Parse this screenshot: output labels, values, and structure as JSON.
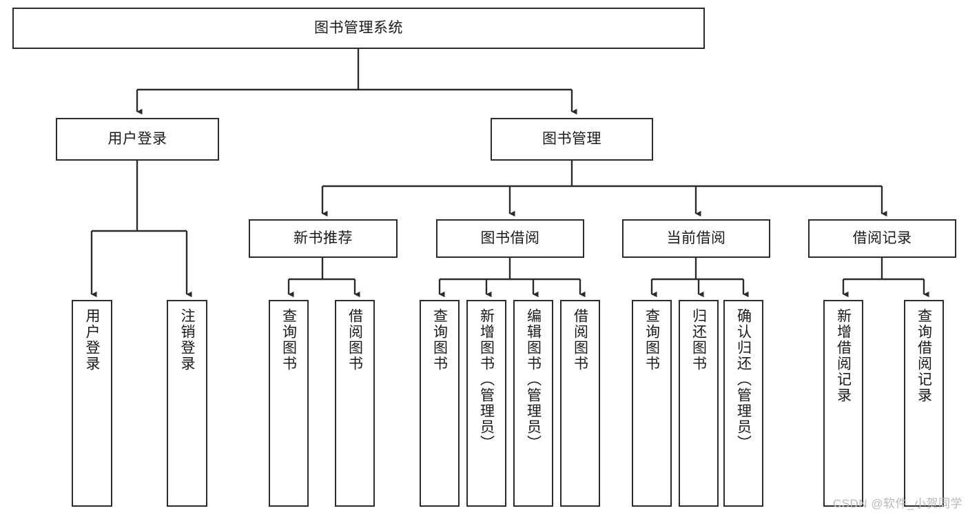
{
  "diagram": {
    "title": "图书管理系统",
    "watermark": "CSDN @软件_小贺同学",
    "line_color": "#2b2b2b",
    "box_fill": "#ffffff",
    "text_color": "#1a1a1a",
    "root": {
      "label": "图书管理系统"
    },
    "level2": [
      {
        "label": "用户登录"
      },
      {
        "label": "图书管理"
      }
    ],
    "level3": [
      {
        "label": "新书推荐"
      },
      {
        "label": "图书借阅"
      },
      {
        "label": "当前借阅"
      },
      {
        "label": "借阅记录"
      }
    ],
    "leaves": {
      "user_login": [
        {
          "label": "用户登录"
        },
        {
          "label": "注销登录"
        }
      ],
      "new_book": [
        {
          "label": "查询图书"
        },
        {
          "label": "借阅图书"
        }
      ],
      "borrow_book": [
        {
          "label": "查询图书"
        },
        {
          "label": "新增图书（管理员）"
        },
        {
          "label": "编辑图书（管理员）"
        },
        {
          "label": "借阅图书"
        }
      ],
      "current_borrow": [
        {
          "label": "查询图书"
        },
        {
          "label": "归还图书"
        },
        {
          "label": "确认归还（管理员）"
        }
      ],
      "borrow_record": [
        {
          "label": "新增借阅记录"
        },
        {
          "label": "查询借阅记录"
        }
      ]
    }
  }
}
